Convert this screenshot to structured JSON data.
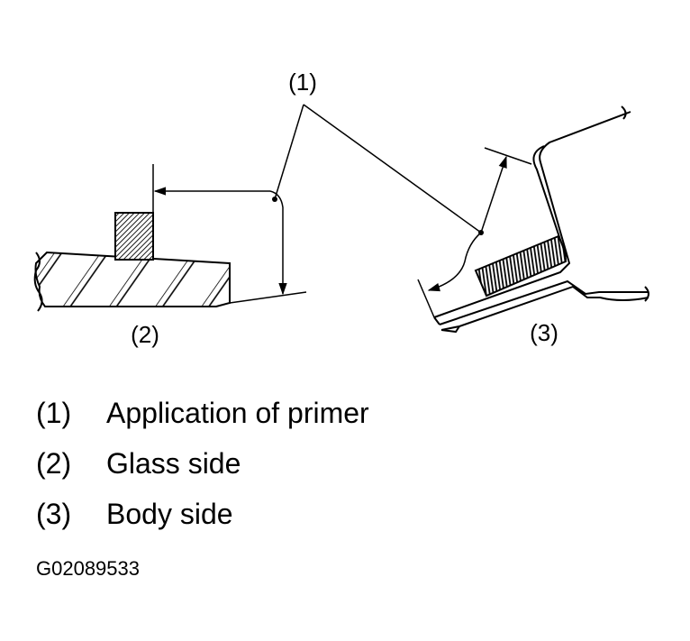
{
  "callouts": {
    "primer": "(1)",
    "glass": "(2)",
    "body": "(3)"
  },
  "legend": [
    {
      "num": "(1)",
      "text": "Application of primer"
    },
    {
      "num": "(2)",
      "text": "Glass side"
    },
    {
      "num": "(3)",
      "text": "Body side"
    }
  ],
  "figure_id": "G02089533"
}
